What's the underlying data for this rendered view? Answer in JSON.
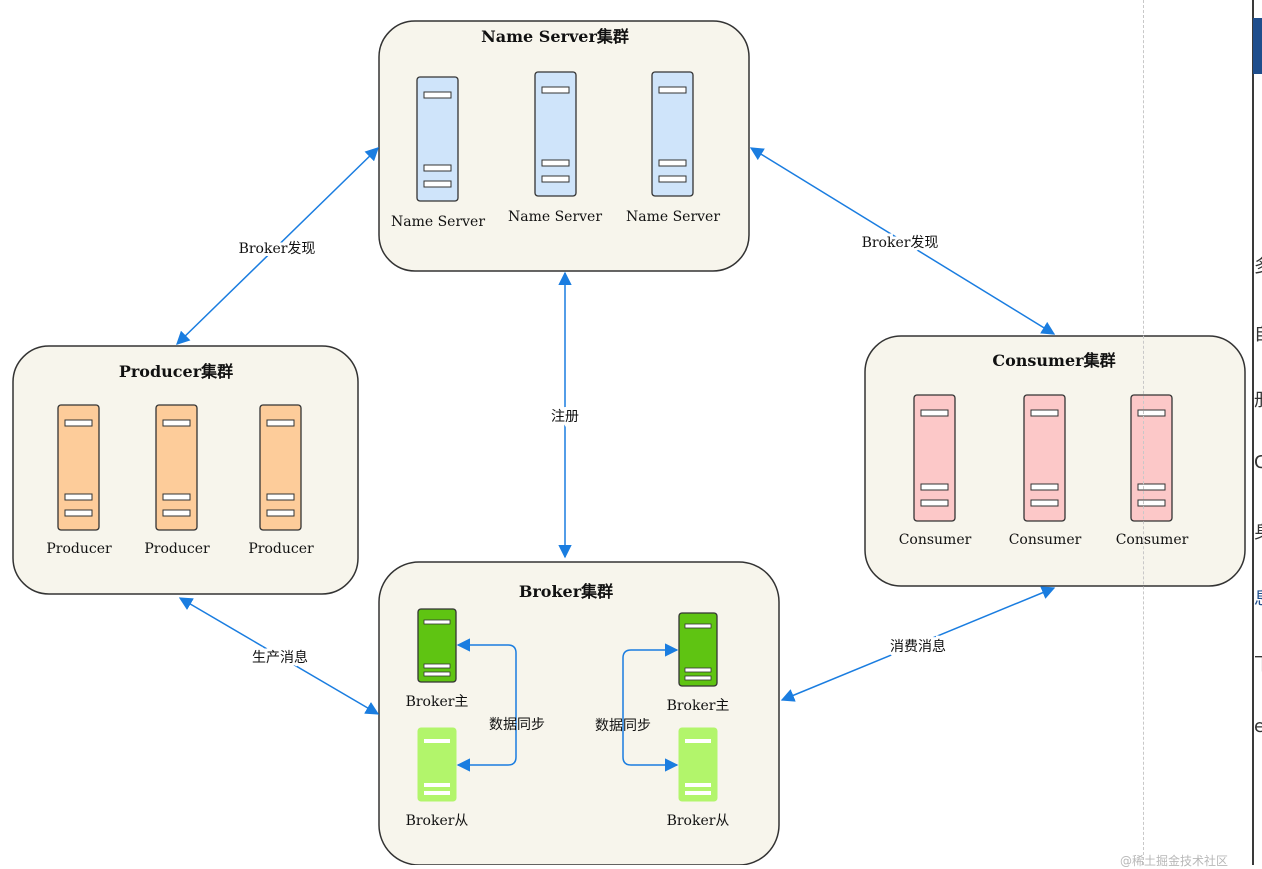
{
  "clusters": {
    "nameserver": {
      "title": "Name Server集群",
      "nodes": [
        "Name Server",
        "Name Server",
        "Name Server"
      ]
    },
    "producer": {
      "title": "Producer集群",
      "nodes": [
        "Producer",
        "Producer",
        "Producer"
      ]
    },
    "consumer": {
      "title": "Consumer集群",
      "nodes": [
        "Consumer",
        "Consumer",
        "Consumer"
      ]
    },
    "broker": {
      "title": "Broker集群",
      "master_label": "Broker主",
      "slave_label": "Broker从"
    }
  },
  "edges": {
    "producer_nameserver": "Broker发现",
    "consumer_nameserver": "Broker发现",
    "register": "注册",
    "produce": "生产消息",
    "consume": "消费消息",
    "sync_left": "数据同步",
    "sync_right": "数据同步"
  },
  "watermark": "@稀土掘金技术社区",
  "colors": {
    "cluster_fill": "#f7f5ec",
    "nameserver": "#cfe4fa",
    "producer": "#fdcc9a",
    "consumer": "#fcc8c8",
    "broker_master": "#5fc412",
    "broker_slave": "#b2f56b",
    "arrow": "#1a7de0"
  },
  "edge_glyphs": [
    "多",
    "自",
    "册",
    "C",
    "身",
    "息",
    "下",
    "e"
  ]
}
